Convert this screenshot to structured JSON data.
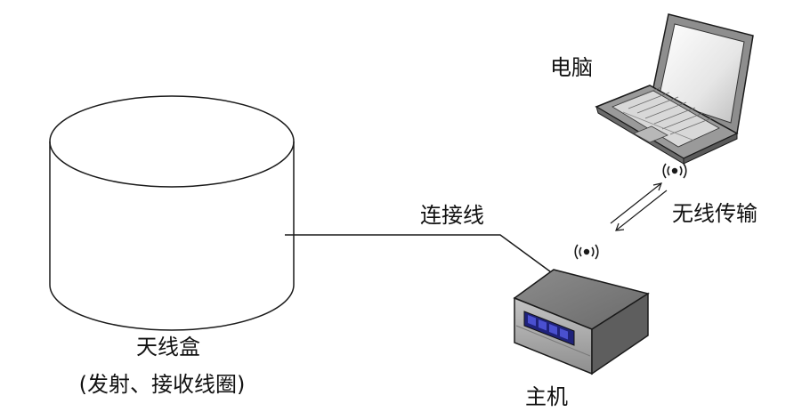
{
  "labels": {
    "antenna_box": "天线盒",
    "antenna_box_note": "(发射、接收线圈)",
    "connection_line": "连接线",
    "host": "主机",
    "computer": "电脑",
    "wireless": "无线传输"
  },
  "colors": {
    "stroke": "#1a1a1a",
    "host_top": "#7a7a7a",
    "host_front": "#a9a9a9",
    "host_side": "#5e5e5e",
    "host_leds": "#3a3fb0",
    "laptop_body": "#9a9a9a",
    "laptop_screen": "#f2f2f2"
  },
  "icons": {
    "wireless_signal": "wireless-signal-icon",
    "laptop": "laptop-icon",
    "host_device": "host-device-icon"
  }
}
